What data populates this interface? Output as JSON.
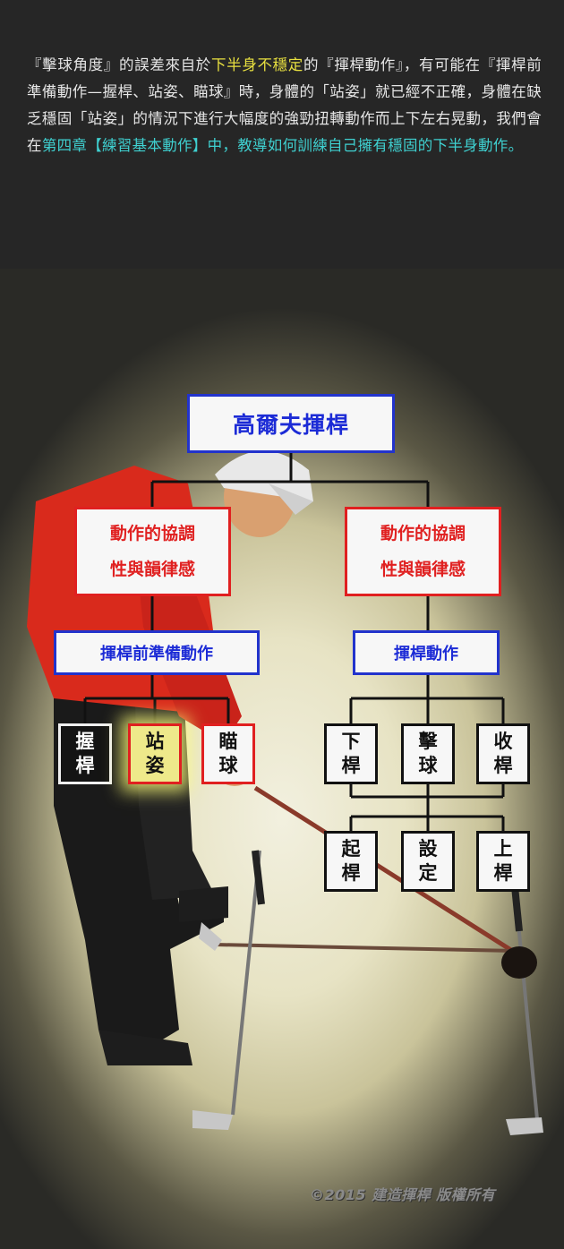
{
  "intro": {
    "p1": "『擊球角度』的誤差來自於",
    "h1": "下半身不穩定",
    "p2": "的『揮桿動作』，有可能在『揮桿前準備動作—握桿、站姿、瞄球』時，身體的「站姿」就已經不正確，身體在缺乏穩固「站姿」的情況下進行大幅度的強勁扭轉動作而上下左右晃動，我們會在",
    "h2": "第四章【練習基本動作】中，教導如何訓練自己擁有穩固的下半身動作。",
    "p3": ""
  },
  "diagram": {
    "root": "高爾夫揮桿",
    "left_branch": {
      "line1": "動作的協調",
      "line2": "性與韻律感"
    },
    "right_branch": {
      "line1": "動作的協調",
      "line2": "性與韻律感"
    },
    "left_sub": "揮桿前準備動作",
    "right_sub": "揮桿動作",
    "left_leaves": [
      {
        "t1": "握",
        "t2": "桿"
      },
      {
        "t1": "站",
        "t2": "姿"
      },
      {
        "t1": "瞄",
        "t2": "球"
      }
    ],
    "right_leaves_top": [
      {
        "t1": "下",
        "t2": "桿"
      },
      {
        "t1": "擊",
        "t2": "球"
      },
      {
        "t1": "收",
        "t2": "桿"
      }
    ],
    "right_leaves_bottom": [
      {
        "t1": "起",
        "t2": "桿"
      },
      {
        "t1": "設",
        "t2": "定"
      },
      {
        "t1": "上",
        "t2": "桿"
      }
    ]
  },
  "copyright": "©2015 建造揮桿 版權所有",
  "colors": {
    "red": "#e02020",
    "blue": "#1c2bd6",
    "highlight": "#eee98a"
  }
}
